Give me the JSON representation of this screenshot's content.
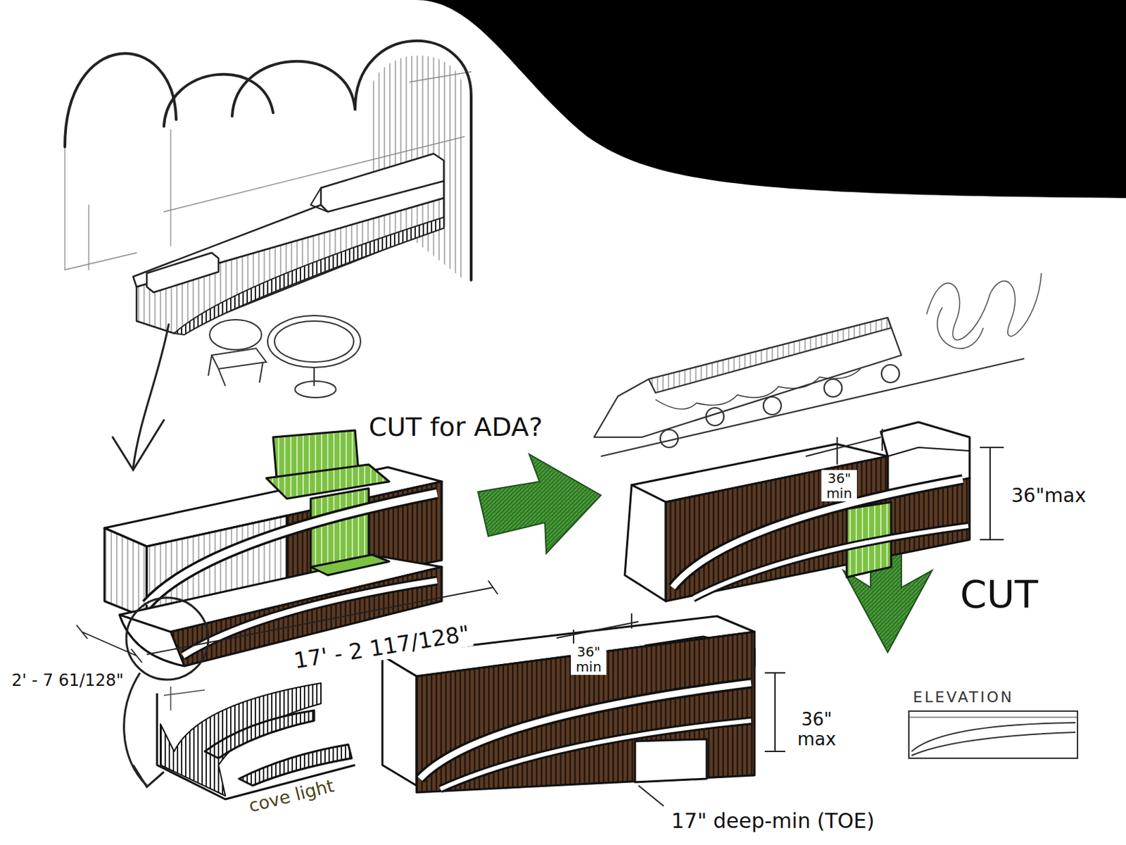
{
  "diagram": {
    "labels": [
      "CUT for ADA?",
      "36\" min",
      "36\"max",
      "CUT",
      "2' - 7 61/128\"",
      "17' - 2 117/128\"",
      "cove light",
      "36\" min",
      "36\" max",
      "17\" deep-min (TOE)",
      "ELEVATION"
    ]
  }
}
